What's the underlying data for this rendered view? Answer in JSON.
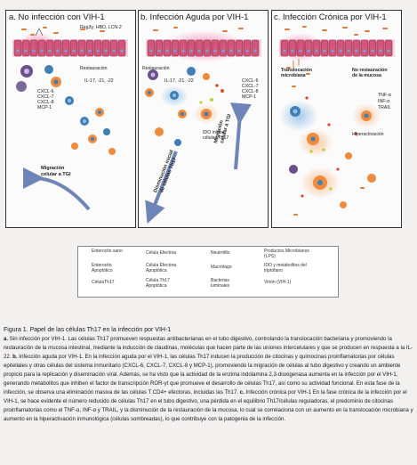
{
  "panels": {
    "a": {
      "title": "a.  No infección con VIH-1",
      "top_labels": [
        "Reg3γ, HBD, LCN-2"
      ],
      "restoration": "Restauración",
      "cytokines": "IL-17, -21, -22",
      "chemokines": [
        "CXCL-6",
        "CXCL-7",
        "CXCL-8",
        "MCP-1"
      ],
      "migration": [
        "Migración",
        "celular a TGI"
      ]
    },
    "b": {
      "title": "b.  Infección Aguda por VIH-1",
      "restoration": "Restauración",
      "cytokines": "IL-17, -21, -22",
      "chemokines": [
        "CXCL-6",
        "CXCL-7",
        "CXCL-8",
        "MCP-1"
      ],
      "ido": [
        "IDO inhibe",
        "células Th17"
      ],
      "migration": [
        "Migración",
        "celular a TGI"
      ],
      "decline": [
        "Disminución inicial",
        "de células Th17"
      ]
    },
    "c": {
      "title": "c.  Infección Crónica por VIH-1",
      "translocation": [
        "Translocación",
        "microbiana"
      ],
      "no_restoration": [
        "No restauración",
        "de la mucosa"
      ],
      "cytokines": [
        "TNF-α",
        "INF-α",
        "TRAIL"
      ],
      "hyperactivation": "Hiperactivación"
    }
  },
  "legend": {
    "items": [
      {
        "label": "Enterocito sano",
        "icon": "healthy-enterocyte"
      },
      {
        "label": "Enterocito Apoptótico",
        "icon": "apoptotic-enterocyte"
      },
      {
        "label": "CélulaTh17",
        "icon": "th17-cell"
      },
      {
        "label": "Célula Efectora",
        "icon": "effector-cell"
      },
      {
        "label": "Célula Efectora Apoptótica",
        "icon": "apoptotic-effector-cell"
      },
      {
        "label": "Célula Th17 Apoptótica",
        "icon": "apoptotic-th17-cell"
      },
      {
        "label": "Neutrófilo",
        "icon": "neutrophil"
      },
      {
        "label": "Macrófago",
        "icon": "macrophage"
      },
      {
        "label": "Bacterias luminales",
        "icon": "luminal-bacteria"
      },
      {
        "label": "Productos Microbianos (LPS)",
        "icon": "microbial-products"
      },
      {
        "label": "IDO y metabolitos del triptófano",
        "icon": "ido-metabolites"
      },
      {
        "label": "Virión (VIH-1)",
        "icon": "hiv-virion"
      }
    ]
  },
  "caption": {
    "title": "Figura 1. Papel de las células Th17 en la infección por VIH-1",
    "a_tag": "a.",
    "a_text": " Sin infección por VIH-1. Las células Th17 promueven respuestas antibacterianas en el tubo digestivo, controlando la translocación bacteriana y promoviendo la restauración de la mucosa intestinal, mediante la inducción de claudinas, moléculas que hacen parte de las uniones intercelulares y que se producen en respuesta a la IL-22. ",
    "b_tag": "b.",
    "b_text": " Infección aguda por VIH-1. En la infección aguda por el VIH-1, las células Th17 inducen la producción de citocinas y quimocinas proinflamatorias por células epiteliales y otras células del sistema inmunitario (CXCL-6, CXCL-7, CXCL-8 y MCP-1), promoviendo la migración de células al tubo digestivo y creando un ambiente propicio para la replicación y diseminación viral. Además, se ha visto que la actividad de la enzima indolamina 2,3-dioxigenasa aumenta en la infección por el VIH-1, generando metabolitos que inhiben el factor de transcripción ROR-γt que promueve el desarrollo de células Th17, así como su actividad funcional. En esta fase de la infección, se observa una eliminación masiva de las células T CD4+ efectoras, incluidas las Th17. ",
    "c_tag": "c.",
    "c_text": " Infección crónica por VIH-1 En la fase crónica de la infección por el VIH-1, se hace evidente el número reducido de células Th17 en el tubo digestivo, una pérdida en el equilibrio Th17/células reguladoras, el predominio de citocinas proinflamatorias como el TNF-α, INF-α y TRAIL, y la disminución de la restauración de la mucosa, lo cual se correlaciona con un aumento en la translocación microbiana y aumento en la hiperactivación inmunológica (células sombreadas), lo que contribuye con la patogenia de la infección."
  },
  "colors": {
    "enterocyte": "#d4557a",
    "enterocyte_border": "#8a2a4a",
    "th17": "#3f7fb5",
    "effector": "#f08a3c",
    "macrophage": "#6a4f8a",
    "neutrophil": "#7a6a9a",
    "glow": "#f3a5c3",
    "virion": "#e04a2a",
    "ido": "#c7cf3a",
    "migration_arrow": "#6f85b8"
  }
}
